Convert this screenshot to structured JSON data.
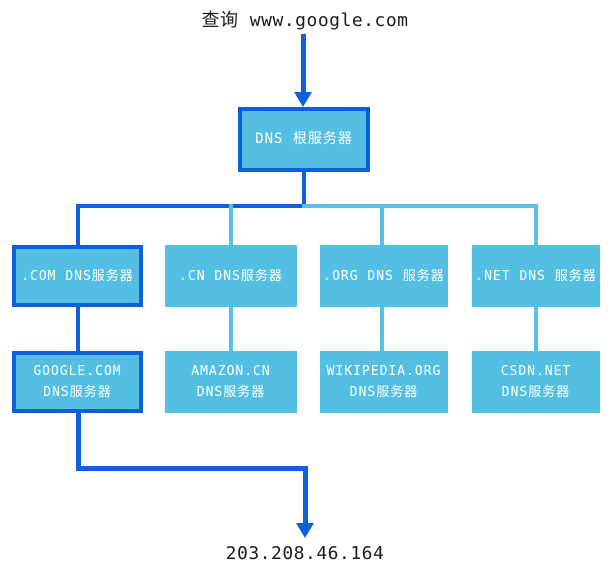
{
  "query": {
    "label": "查询 www.google.com"
  },
  "result": {
    "ip": "203.208.46.164"
  },
  "colors": {
    "path_blue": "#0e60da",
    "light_blue": "#57c1e6",
    "node_fill": "#53bfe3",
    "node_text": "#ffffff",
    "label_text": "#1c1c1c"
  },
  "nodes": {
    "root": {
      "label": "DNS 根服务器"
    },
    "tld": [
      {
        "label": ".COM DNS服务器"
      },
      {
        "label": ".CN DNS服务器"
      },
      {
        "label": ".ORG DNS 服务器"
      },
      {
        "label": ".NET DNS 服务器"
      }
    ],
    "auth": [
      {
        "line1": "GOOGLE.COM",
        "line2": "DNS服务器"
      },
      {
        "line1": "AMAZON.CN",
        "line2": "DNS服务器"
      },
      {
        "line1": "WIKIPEDIA.ORG",
        "line2": "DNS服务器"
      },
      {
        "line1": "CSDN.NET",
        "line2": "DNS服务器"
      }
    ]
  }
}
